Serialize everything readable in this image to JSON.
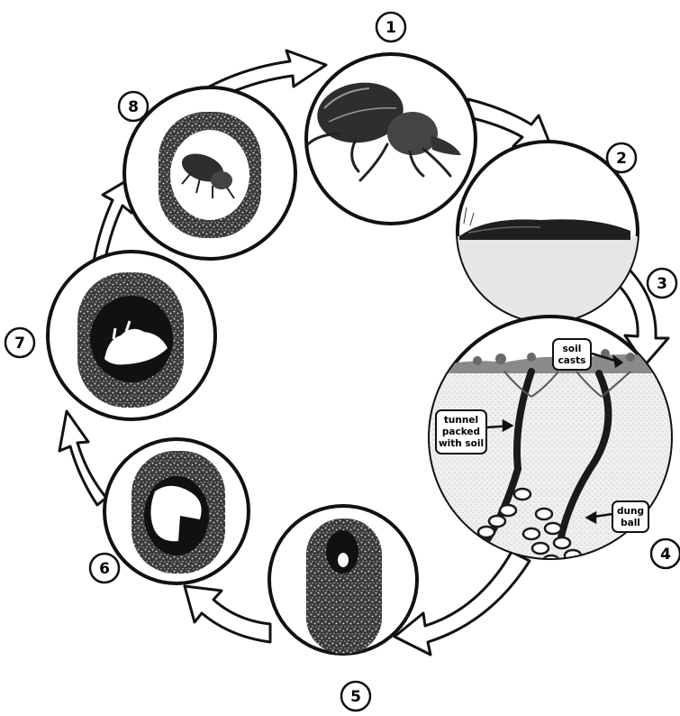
{
  "stages": [
    {
      "number": "1",
      "depicts": "adult-beetle"
    },
    {
      "number": "2",
      "depicts": "dung-pat"
    },
    {
      "number": "3",
      "depicts": "arrow-into-burrow"
    },
    {
      "number": "4",
      "depicts": "burrow-cross-section"
    },
    {
      "number": "5",
      "depicts": "egg-in-brood-ball"
    },
    {
      "number": "6",
      "depicts": "larva-in-brood-ball"
    },
    {
      "number": "7",
      "depicts": "pupa-in-brood-ball"
    },
    {
      "number": "8",
      "depicts": "new-adult-in-brood-ball"
    }
  ],
  "labels": {
    "soil_casts": [
      "soil",
      "casts"
    ],
    "tunnel": [
      "tunnel",
      "packed",
      "with soil"
    ],
    "dung_ball": [
      "dung",
      "ball"
    ]
  },
  "colors": {
    "ink": "#111111",
    "paper": "#ffffff",
    "soil": "#5a5a5a",
    "soil_light": "#d9d9d9",
    "sky_ground": "#e6e6e6"
  }
}
